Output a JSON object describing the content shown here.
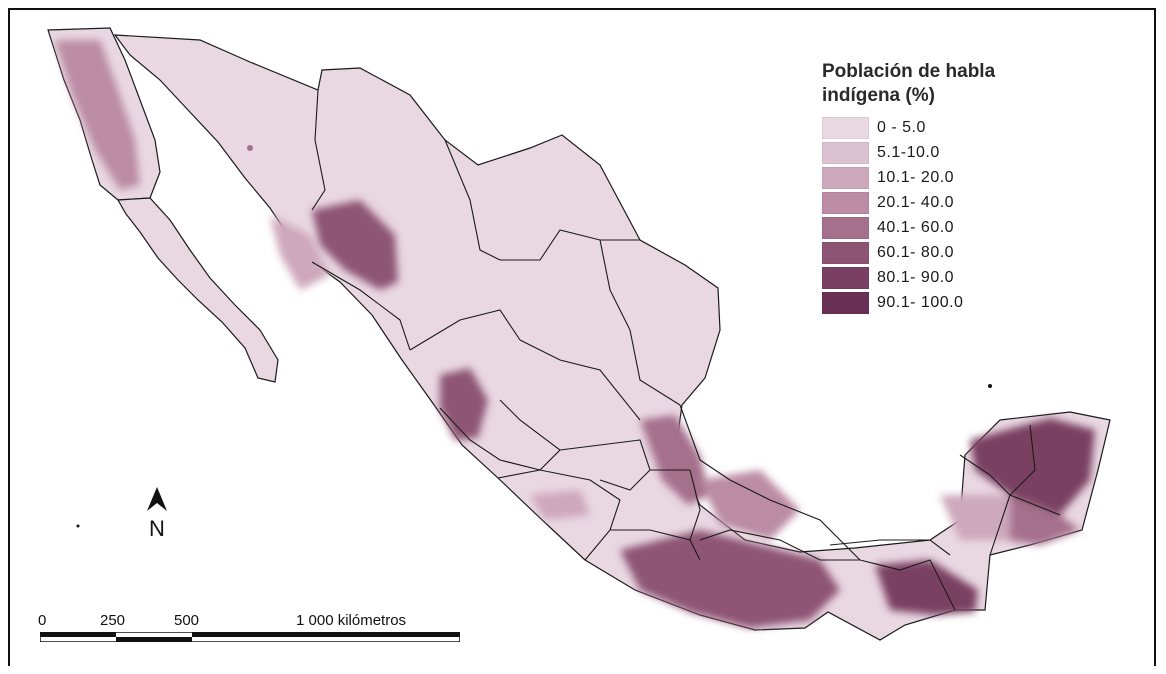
{
  "legend": {
    "title_line1": "Población de habla",
    "title_line2": "indígena (%)",
    "classes": [
      {
        "label": "0 - 5.0",
        "color": "#e9d7e1"
      },
      {
        "label": "5.1-10.0",
        "color": "#dcc1d0"
      },
      {
        "label": "10.1- 20.0",
        "color": "#cea8bc"
      },
      {
        "label": "20.1- 40.0",
        "color": "#bb8ca4"
      },
      {
        "label": "40.1- 60.0",
        "color": "#a5708c"
      },
      {
        "label": "60.1- 80.0",
        "color": "#8e5474"
      },
      {
        "label": "80.1- 90.0",
        "color": "#7a3f62"
      },
      {
        "label": "90.1- 100.0",
        "color": "#6a2f54"
      }
    ]
  },
  "north_arrow": {
    "letter": "N"
  },
  "scale_bar": {
    "labels": [
      "0",
      "250",
      "500",
      "1 000 kilómetros"
    ]
  },
  "colors": {
    "land_base": "#e9d7e1",
    "border": "#1a1a1a"
  }
}
